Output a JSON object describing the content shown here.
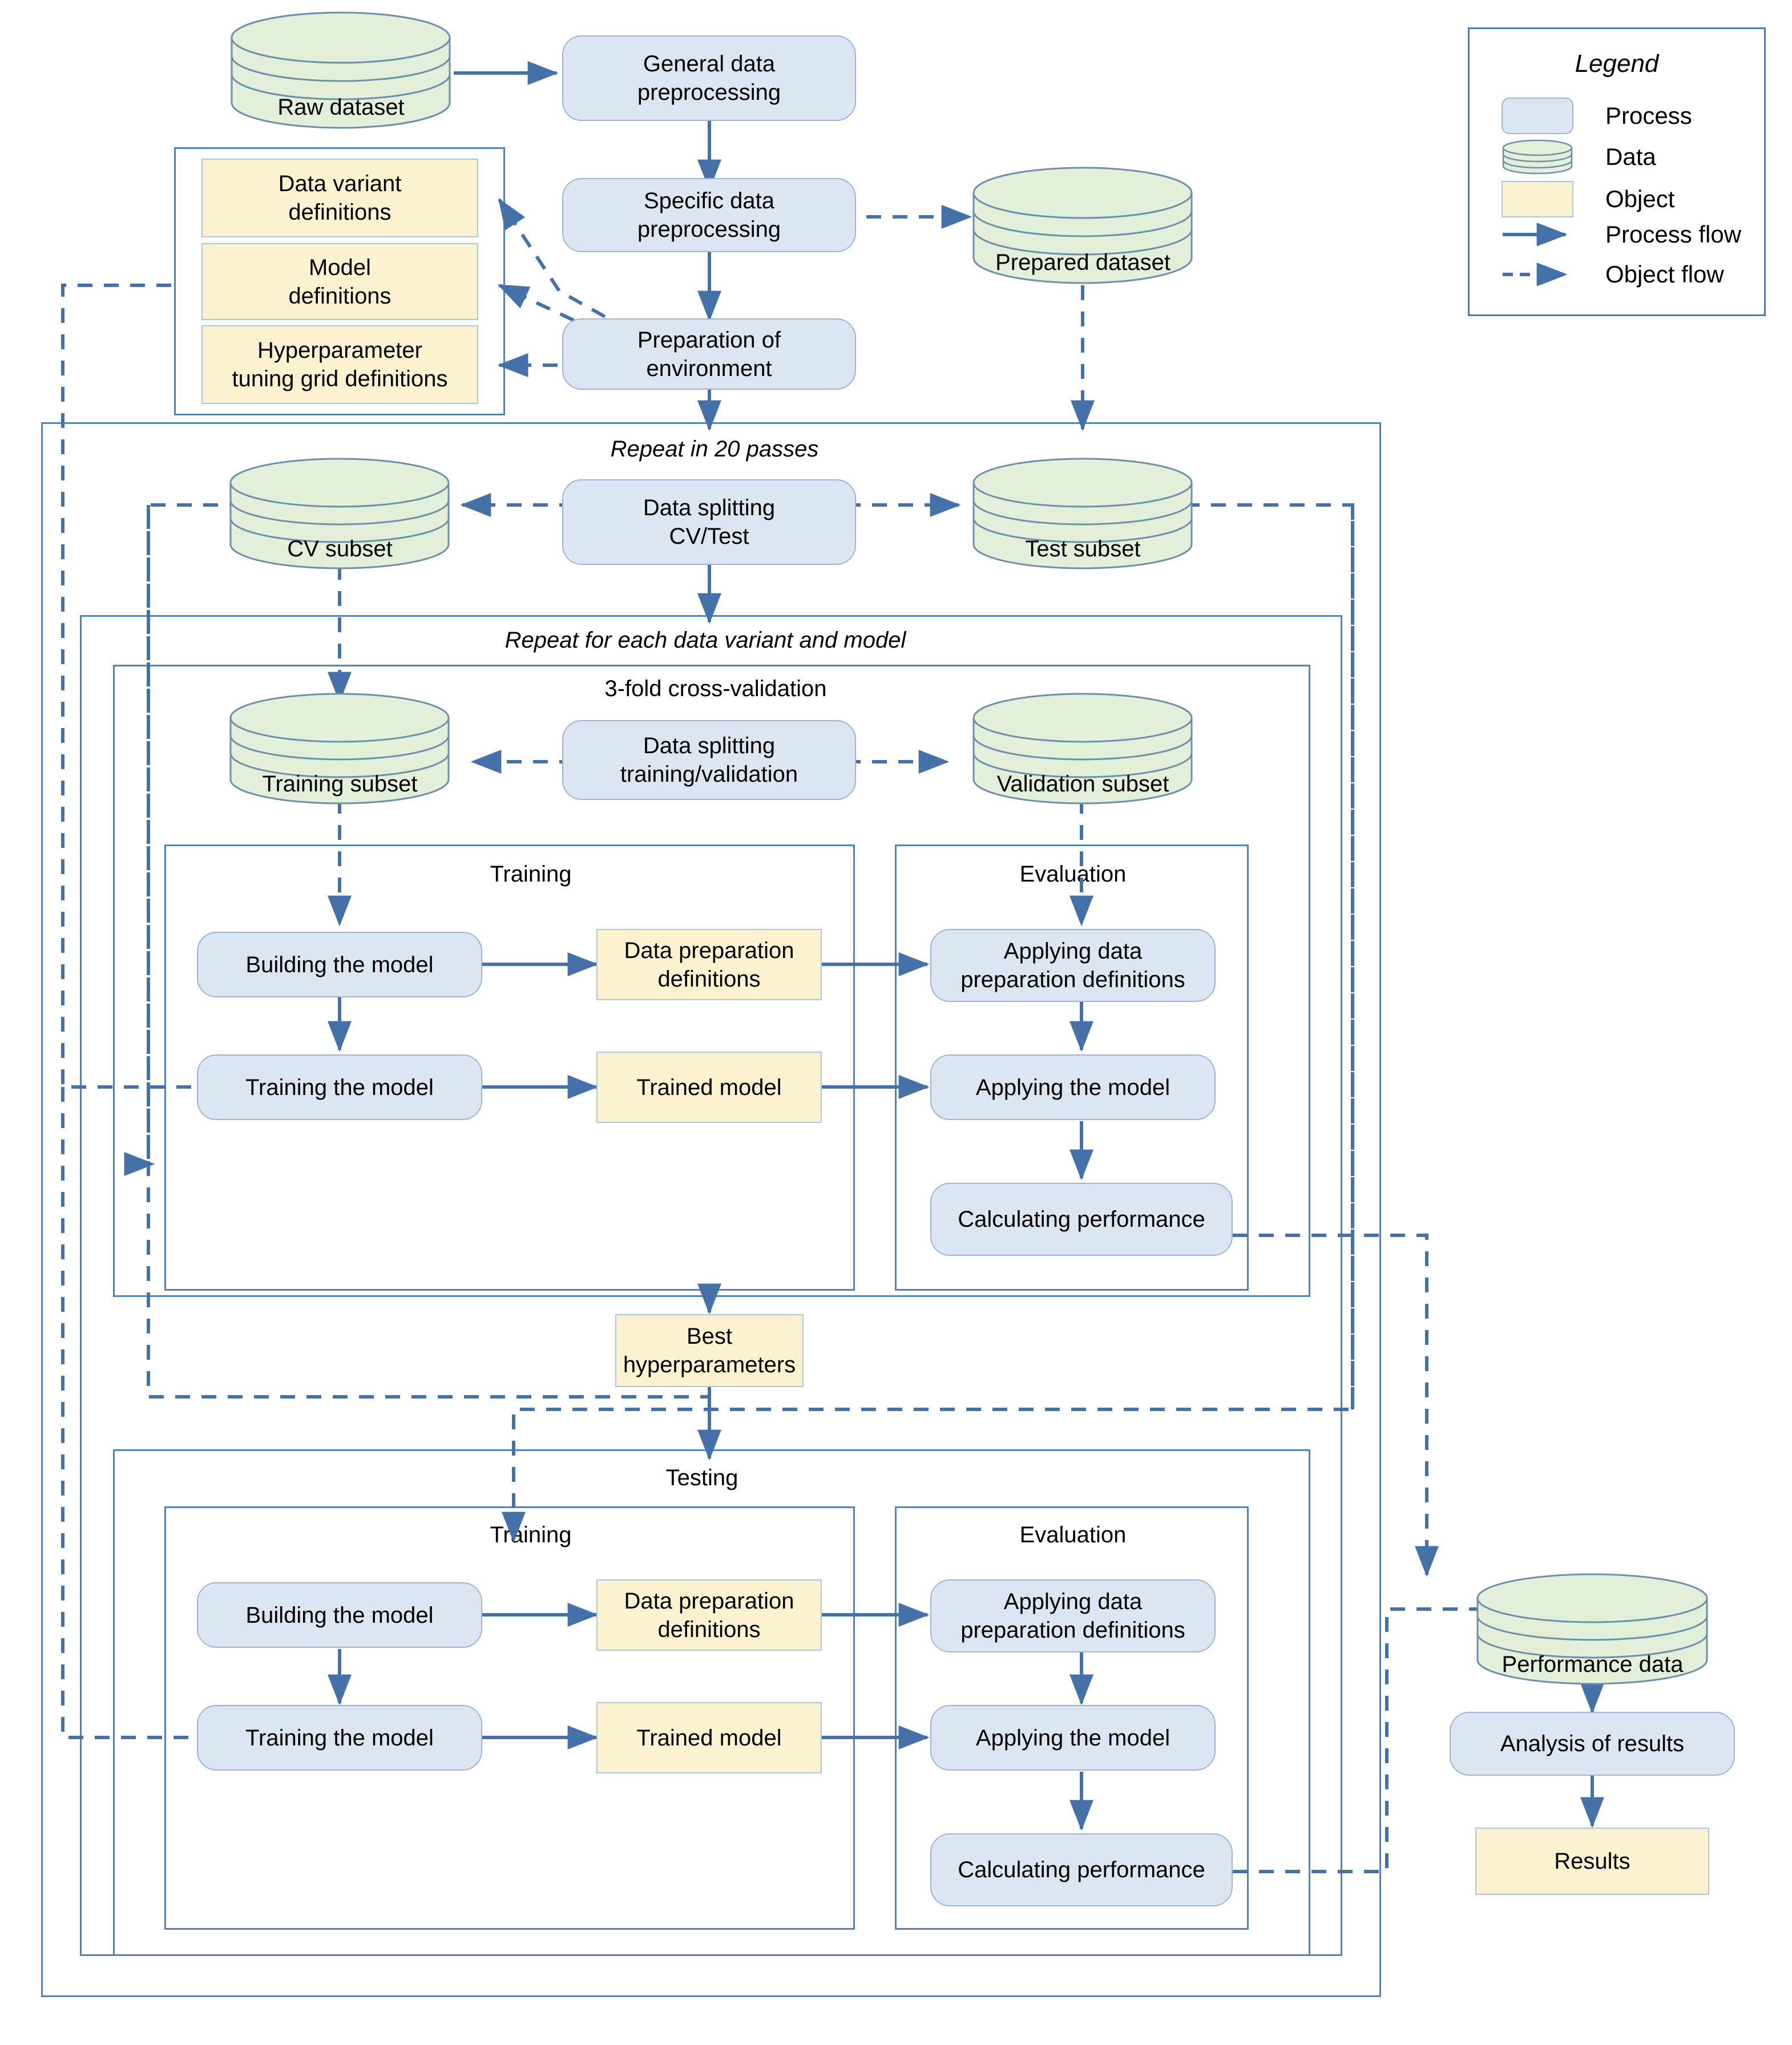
{
  "legend": {
    "title": "Legend",
    "items": [
      {
        "icon": "process-swatch-icon",
        "label": "Process"
      },
      {
        "icon": "data-cylinder-icon",
        "label": "Data"
      },
      {
        "icon": "object-swatch-icon",
        "label": "Object"
      },
      {
        "icon": "solid-arrow-icon",
        "label": "Process flow"
      },
      {
        "icon": "dashed-arrow-icon",
        "label": "Object flow"
      }
    ]
  },
  "colors": {
    "process_fill": "#DCE6F2",
    "process_border": "#9CB5D6",
    "data_fill": "#E2EFD9",
    "data_border": "#6E8FA8",
    "object_fill": "#FDF2D0",
    "object_border": "#AFC4DE",
    "flow": "#4472A8",
    "group_border": "#5083B8"
  },
  "data_stores": {
    "raw_dataset": "Raw dataset",
    "prepared_dataset": "Prepared dataset",
    "cv_subset": "CV subset",
    "test_subset": "Test subset",
    "training_subset": "Training subset",
    "validation_subset": "Validation subset",
    "performance_data": "Performance data"
  },
  "processes": {
    "general_preprocessing": "General data\npreprocessing",
    "specific_preprocessing": "Specific data\npreprocessing",
    "preparation_environment": "Preparation of\nenvironment",
    "data_splitting_cv_test": "Data splitting\nCV/Test",
    "data_splitting_train_val": "Data splitting\ntraining/validation",
    "analysis_of_results": "Analysis of results"
  },
  "objects": {
    "data_variant_definitions": "Data variant\ndefinitions",
    "model_definitions": "Model\ndefinitions",
    "hyperparameter_grid_definitions": "Hyperparameter\ntuning grid definitions",
    "best_hyperparameters": "Best\nhyperparameters",
    "results": "Results"
  },
  "groups": {
    "definitions_box": "",
    "repeat_20_passes": "Repeat in 20 passes",
    "repeat_variant_model": "Repeat for each data variant and model",
    "three_fold_cv": "3-fold cross-validation",
    "testing": "Testing",
    "training_cv": "Training",
    "evaluation_cv": "Evaluation",
    "training_test": "Training",
    "evaluation_test": "Evaluation"
  },
  "cv_training": {
    "building_the_model": "Building the model",
    "data_preparation_definitions": "Data preparation\ndefinitions",
    "training_the_model": "Training the model",
    "trained_model": "Trained model"
  },
  "cv_evaluation": {
    "applying_data_preparation": "Applying data\npreparation definitions",
    "applying_the_model": "Applying the model",
    "calculating_performance": "Calculating performance"
  },
  "test_training": {
    "building_the_model": "Building the model",
    "data_preparation_definitions": "Data preparation\ndefinitions",
    "training_the_model": "Training the model",
    "trained_model": "Trained model"
  },
  "test_evaluation": {
    "applying_data_preparation": "Applying data\npreparation definitions",
    "applying_the_model": "Applying the model",
    "calculating_performance": "Calculating performance"
  }
}
